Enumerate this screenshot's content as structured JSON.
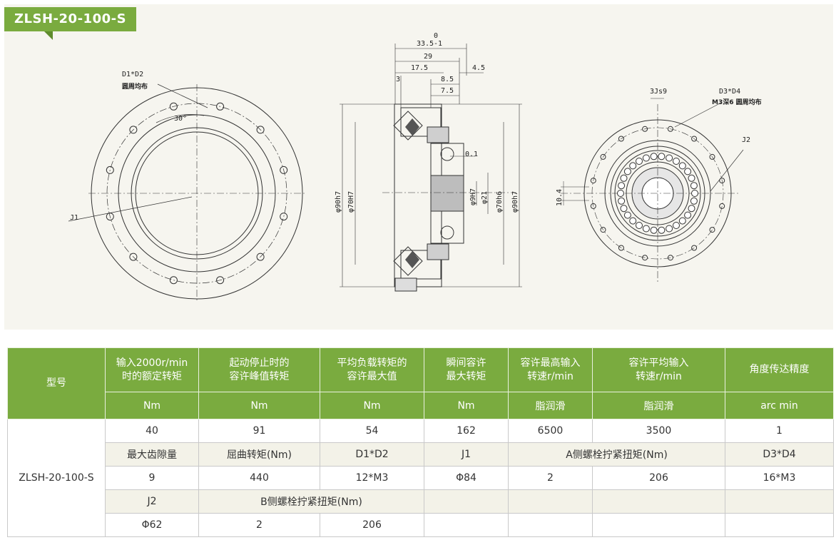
{
  "model_tag": "ZLSH-20-100-S",
  "drawing": {
    "left_view": {
      "bolt_label_1": "D1*D2",
      "bolt_label_2": "圆周均布",
      "angle": "30°",
      "j1": "J1"
    },
    "side_view": {
      "d_top1": "33.5",
      "d_top1_tol_up": "0",
      "d_top1_tol_low": "-1",
      "d29": "29",
      "d175": "17.5",
      "d45": "4.5",
      "d85": "8.5",
      "d3": "3",
      "d75": "7.5",
      "d01": "0.1",
      "dia90h7_left": "φ90h7",
      "dia70H7": "φ70H7",
      "dia9H7": "φ9H7",
      "dia21": "φ21",
      "dia70h6": "φ70h6",
      "dia90h7_right": "φ90h7"
    },
    "right_view": {
      "keyway": "3Js9",
      "bolt_label_1": "D3*D4",
      "bolt_label_2": "M3深6 圆周均布",
      "j2": "J2",
      "d104": "10.4"
    }
  },
  "table": {
    "header": {
      "model": "型号",
      "cols": [
        "输入2000r/min\n时的额定转矩",
        "起动停止时的\n容许峰值转矩",
        "平均负载转矩的\n容许最大值",
        "瞬间容许\n最大转矩",
        "容许最高输入\n转速r/min",
        "容许平均输入\n转速r/min",
        "角度传达精度"
      ],
      "units": [
        "Nm",
        "Nm",
        "Nm",
        "Nm",
        "脂润滑",
        "脂润滑",
        "arc min"
      ]
    },
    "model_name": "ZLSH-20-100-S",
    "row1": [
      "40",
      "91",
      "54",
      "162",
      "6500",
      "3500",
      "1"
    ],
    "row2": [
      "最大齿隙量",
      "屈曲转矩(Nm)",
      "D1*D2",
      "J1",
      "A侧螺栓拧紧扭矩(Nm)",
      "D3*D4"
    ],
    "row3": [
      "9",
      "440",
      "12*M3",
      "Φ84",
      "2",
      "206",
      "16*M3"
    ],
    "row4": [
      "J2",
      "B侧螺栓拧紧扭矩(Nm)"
    ],
    "row5": [
      "Φ62",
      "2",
      "206"
    ]
  }
}
